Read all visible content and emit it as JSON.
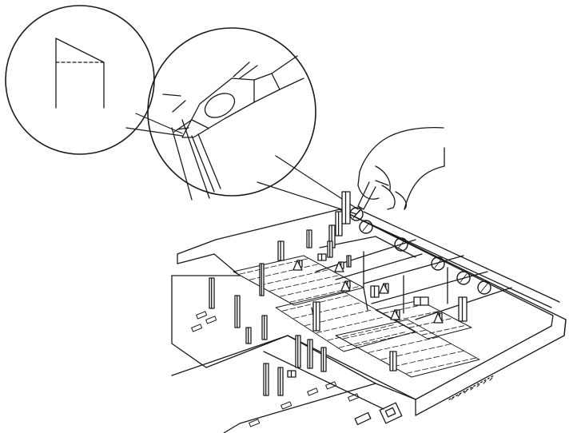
{
  "illustration": {
    "stroke_color": "#1a1a1a",
    "background_color": "#ffffff",
    "detail_callouts": [
      "cut-line-detail",
      "cutter-closeup"
    ],
    "tool": "wire-cutter",
    "cut_points": 6
  }
}
